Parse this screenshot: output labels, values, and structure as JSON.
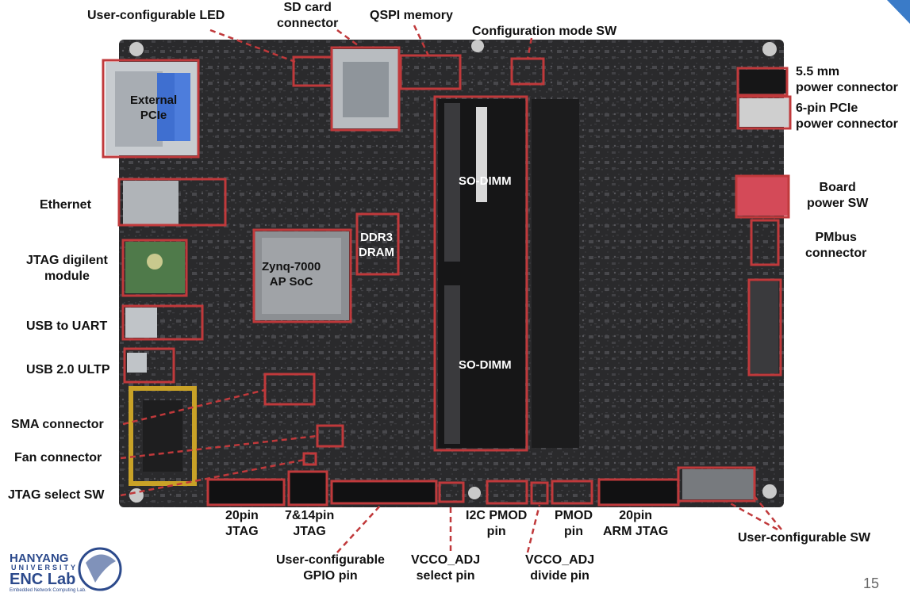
{
  "labels": {
    "user_led": "User-configurable LED",
    "sd_card": "SD card\nconnector",
    "qspi": "QSPI memory",
    "config_sw": "Configuration mode SW",
    "power_55": "5.5 mm\npower connector",
    "pcie_power": "6-pin PCIe\npower connector",
    "board_power_sw": "Board\npower SW",
    "pmbus": "PMbus\nconnector",
    "ethernet": "Ethernet",
    "jtag_digilent": "JTAG digilent\nmodule",
    "usb_uart": "USB to UART",
    "usb20": "USB 2.0 ULTP",
    "sma": "SMA connector",
    "fan": "Fan connector",
    "jtag_select": "JTAG select SW",
    "jtag20": "20pin\nJTAG",
    "jtag714": "7&14pin\nJTAG",
    "gpio": "User-configurable\nGPIO pin",
    "vcco_select": "VCCO_ADJ\nselect pin",
    "i2c_pmod": "I2C PMOD\npin",
    "vcco_divide": "VCCO_ADJ\ndivide pin",
    "pmod": "PMOD\npin",
    "arm_jtag": "20pin\nARM JTAG",
    "user_sw": "User-configurable SW"
  },
  "board_labels": {
    "external_pcie": "External\nPCIe",
    "zynq": "Zynq-7000\nAP SoC",
    "ddr3": "DDR3\nDRAM",
    "sodimm_top": "SO-DIMM",
    "sodimm_bottom": "SO-DIMM"
  },
  "page_number": "15",
  "logo": {
    "line1": "HANYANG",
    "line2": "UNIVERSITY",
    "line3": "ENC Lab",
    "line4": "Embedded Network Computing Lab."
  },
  "colors": {
    "highlight": "#c0393b",
    "board": "#2b2b2d",
    "leader": "#c0393b"
  }
}
